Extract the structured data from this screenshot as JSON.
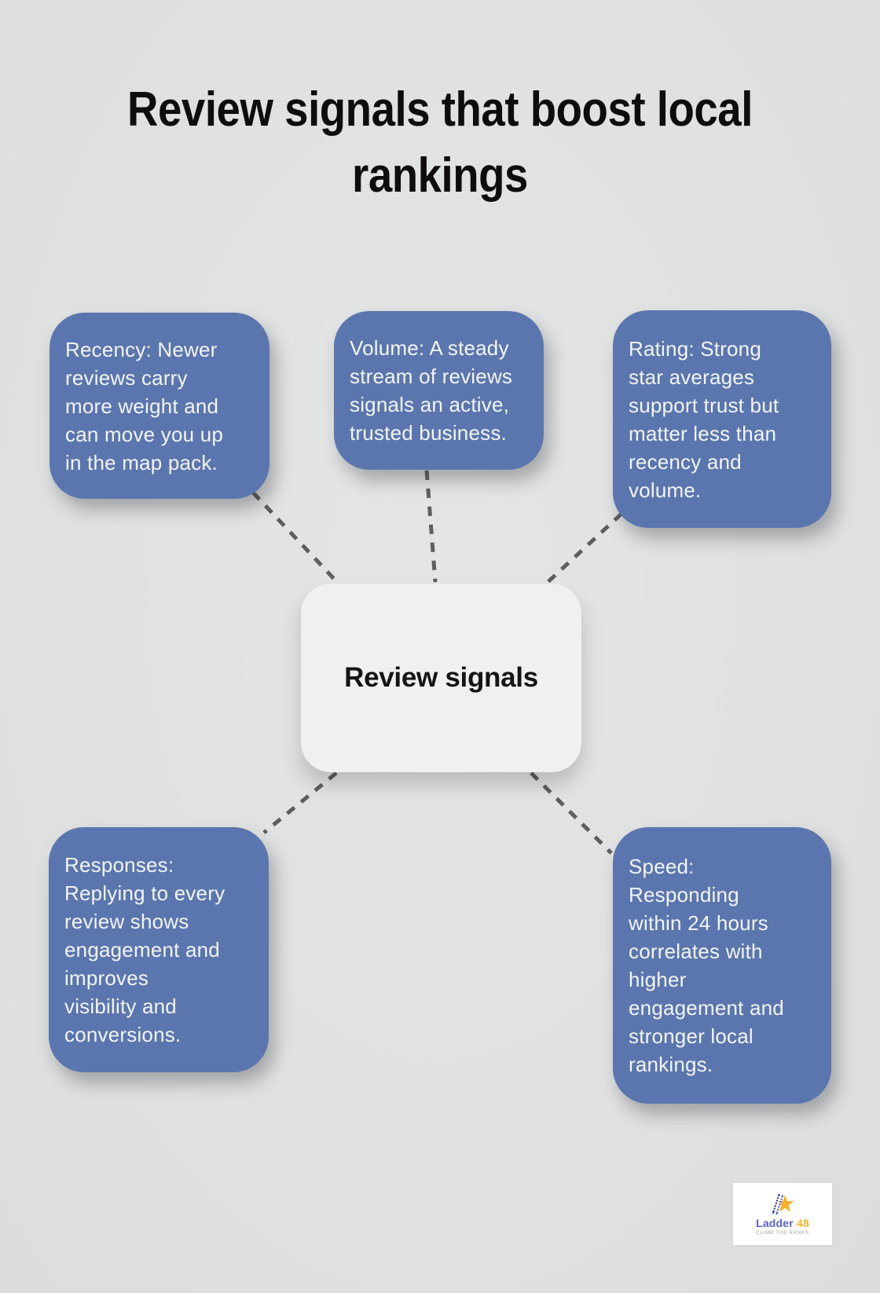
{
  "title": "Review signals that boost local\nrankings",
  "center": {
    "label": "Review signals"
  },
  "nodes": [
    {
      "id": "recency",
      "text": "Recency: Newer\nreviews carry\nmore weight and\ncan move you up\nin the map pack."
    },
    {
      "id": "volume",
      "text": "Volume: A steady\nstream of reviews\nsignals an active,\ntrusted business."
    },
    {
      "id": "rating",
      "text": "Rating: Strong\nstar averages\nsupport trust but\nmatter less than\nrecency and\nvolume."
    },
    {
      "id": "responses",
      "text": "Responses:\nReplying to every\nreview shows\nengagement and\nimproves\nvisibility and\nconversions."
    },
    {
      "id": "speed",
      "text": "Speed:\nResponding\nwithin 24 hours\ncorrelates with\nhigher\nengagement and\nstronger local\nrankings."
    }
  ],
  "logo": {
    "brand": "Ladder",
    "number": "48",
    "tagline": "CLIMB THE RANKS"
  },
  "colors": {
    "page_bg": "#e0e1e1",
    "node_bg": "#5b76ae",
    "node_text": "#f2f4f6",
    "center_bg": "#eff0f1",
    "center_text": "#141414",
    "title_text": "#0d0d0d",
    "connector": "#5e5e5e",
    "brand_purple": "#5a61c9",
    "brand_gold": "#f2b32c"
  }
}
